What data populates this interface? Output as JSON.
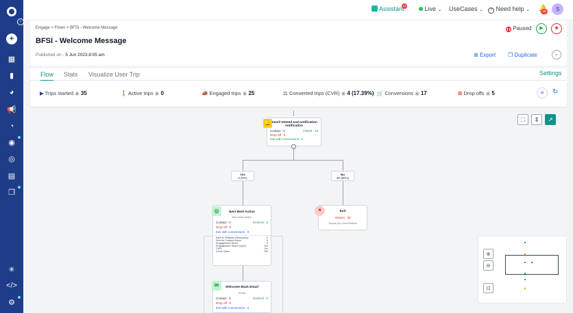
{
  "topbar": {
    "assistant": "Assistant",
    "assistant_badge": "10",
    "live": "Live",
    "usecases": "UseCases",
    "need_help": "Need help",
    "bell_badge": "20",
    "avatar": "S"
  },
  "header": {
    "breadcrumb": "Engage > Flows > BFSI - Welcome Message",
    "title": "BFSI - Welcome Message",
    "published_label": "Published on -",
    "published_date": "5 Jun 2023,8:05 am",
    "status": "Paused",
    "export": "Export",
    "duplicate": "Duplicate"
  },
  "tabs": {
    "items": [
      "Flow",
      "Stats",
      "Visualize User Trip"
    ],
    "settings": "Settings"
  },
  "stats": {
    "trips_started": {
      "label": "Trips started",
      "value": "35"
    },
    "active_trips": {
      "label": "Active trips",
      "value": "0"
    },
    "engaged_trips": {
      "label": "Engaged trips",
      "value": "25"
    },
    "converted_trips": {
      "label": "Converted trips (CVR)",
      "value": "4 (17.39%)"
    },
    "conversions": {
      "label": "Conversions",
      "value": "17"
    },
    "drop_offs": {
      "label": "Drop offs",
      "value": "5"
    }
  },
  "canvas": {
    "node1": {
      "title": "Haveil tetmed ead notification",
      "title2": "notification",
      "contact": "Contact : 0",
      "visited": "Visited : 33",
      "dropoff": "Drop off : 0",
      "exit": "Exit with conversions : 0"
    },
    "yes_label": {
      "title": "Yes",
      "value": "0 (0%)"
    },
    "no_label": {
      "title": "No",
      "value": "30 (90%)"
    },
    "node2": {
      "title": "Next Best Action",
      "sub": "Next best Action",
      "contact": "Contact : 0",
      "entered": "Entered : 0",
      "dropoff": "Drop off : 0",
      "exit": "Exit with conversions : 0",
      "rows": [
        [
          "Next to Platform (Discovery)",
          "0"
        ],
        [
          "Sent to Content Inbox",
          "0"
        ],
        [
          "Engagement Score",
          "0"
        ],
        [
          "Engagement Score (Upd.)",
          "0%"
        ],
        [
          "CVR",
          "0%"
        ],
        [
          "Circle Open",
          "0%"
        ]
      ]
    },
    "exit_node": {
      "title": "Exit",
      "visitors": "Visitors : 30",
      "sub": "Scope (D): User/Define"
    },
    "node3": {
      "title": "Welcome Back Email",
      "sub": "Email",
      "contact": "Contact : 0",
      "entered": "Entered : 0",
      "dropoff": "Drop off : 0",
      "exit": "Exit with conversions : 0"
    }
  },
  "colors": {
    "sidebar": "#1f3c88",
    "accent": "#16a34a",
    "paused": "#dc2626",
    "primary": "#2563eb"
  }
}
